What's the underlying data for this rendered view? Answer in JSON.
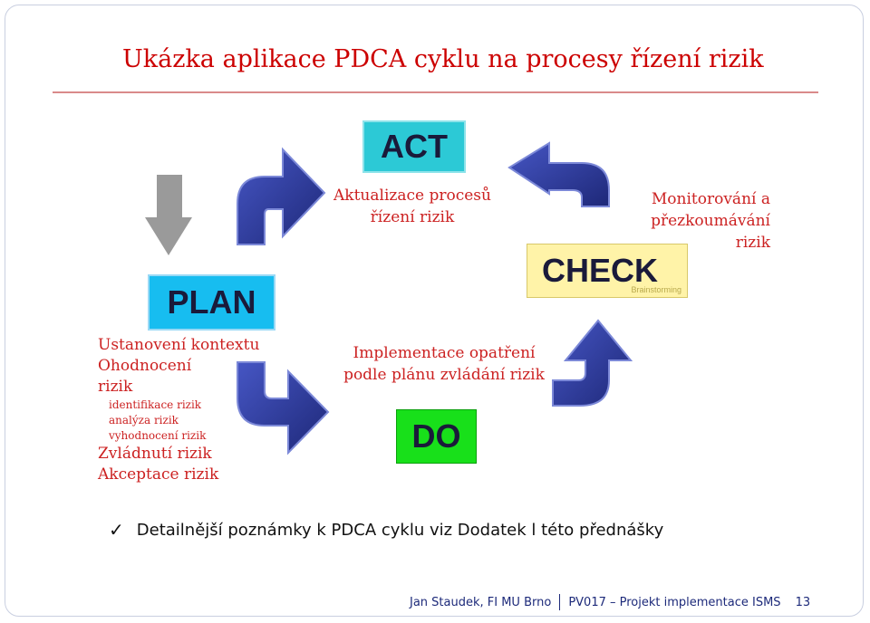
{
  "title": "Ukázka aplikace PDCA cyklu na procesy řízení rizik",
  "phases": {
    "act": "ACT",
    "plan": "PLAN",
    "check": "CHECK",
    "check_tag": "Brainstorming",
    "do": "DO"
  },
  "act_desc": [
    "Aktualizace procesů",
    "řízení rizik"
  ],
  "monitor_desc": [
    "Monitorování a",
    "přezkoumávání",
    "rizik"
  ],
  "impl_desc": [
    "Implementace opatření",
    "podle plánu zvládání rizik"
  ],
  "plan_desc": {
    "line1": "Ustanovení kontextu",
    "line2": "Ohodnocení",
    "line3": "rizik",
    "sub": [
      "identifikace rizik",
      "analýza rizik",
      "vyhodnocení rizik"
    ],
    "line4": "Zvládnutí rizik",
    "line5": "Akceptace rizik"
  },
  "note": "Detailnější poznámky k PDCA cyklu viz Dodatek l této přednášky",
  "footer": {
    "author": "Jan Staudek, FI MU Brno",
    "course": "PV017 – Projekt implementace ISMS",
    "page": "13"
  },
  "colors": {
    "title": "#cc0000",
    "text_red": "#cc2222",
    "act_box": "#2cc9d6",
    "plan_box": "#17bdf0",
    "check_box": "#fff3a8",
    "do_box": "#18e01a",
    "arrow_blue": "#2e3a9a",
    "arrow_gray": "#9a9a9a"
  },
  "icons": [
    "checkmark-icon",
    "curved-arrow-icon",
    "down-arrow-icon"
  ]
}
